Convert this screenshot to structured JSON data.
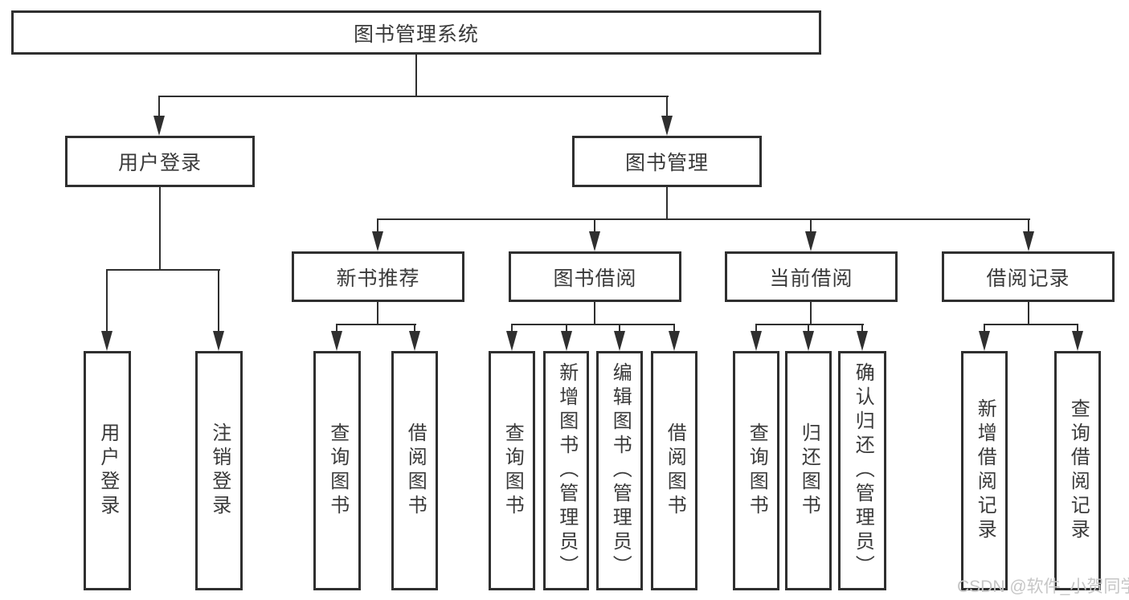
{
  "diagram": {
    "title": "图书管理系统",
    "root": {
      "label": "图书管理系统"
    },
    "level2": [
      {
        "label": "用户登录"
      },
      {
        "label": "图书管理"
      }
    ],
    "level3": [
      {
        "label": "新书推荐"
      },
      {
        "label": "图书借阅"
      },
      {
        "label": "当前借阅"
      },
      {
        "label": "借阅记录"
      }
    ],
    "leaves": {
      "user_login": [
        {
          "label": "用户登录"
        },
        {
          "label": "注销登录"
        }
      ],
      "new_books": [
        {
          "label": "查询图书"
        },
        {
          "label": "借阅图书"
        }
      ],
      "book_borrow": [
        {
          "label": "查询图书"
        },
        {
          "label": "新增图书（管理员）"
        },
        {
          "label": "编辑图书（管理员）"
        },
        {
          "label": "借阅图书"
        }
      ],
      "current_borrow": [
        {
          "label": "查询图书"
        },
        {
          "label": "归还图书"
        },
        {
          "label": "确认归还（管理员）"
        }
      ],
      "borrow_records": [
        {
          "label": "新增借阅记录"
        },
        {
          "label": "查询借阅记录"
        }
      ]
    }
  },
  "watermark": {
    "text": "CSDN @软件_小贺同学"
  },
  "colors": {
    "line": "#2f2f2f",
    "text": "#3a3a3a",
    "background": "#ffffff",
    "watermark": "#c6c6c6"
  }
}
